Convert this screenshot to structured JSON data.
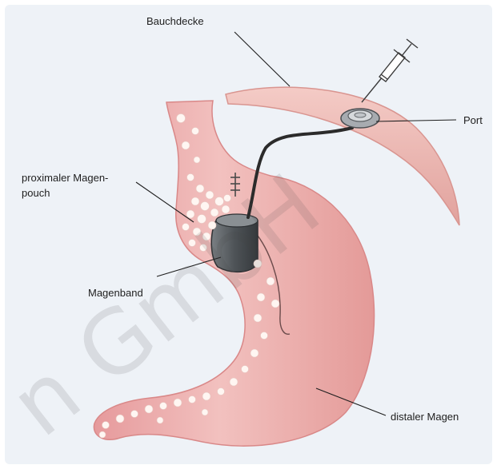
{
  "labels": {
    "bauchdecke": "Bauchdecke",
    "port": "Port",
    "pouch_line1": "proximaler Magen-",
    "pouch_line2": "pouch",
    "magenband": "Magenband",
    "distaler": "distaler Magen"
  },
  "watermark": "n GmbH",
  "colors": {
    "background": "#eef2f7",
    "stomach": "#e9a2a2",
    "abdominal_wall": "#eab2ad",
    "band": "#555a5e",
    "tube": "#2b2b2b"
  }
}
